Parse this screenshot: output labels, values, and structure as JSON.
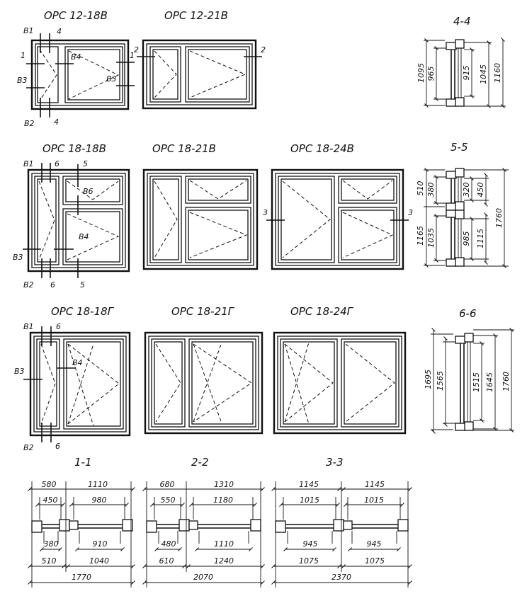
{
  "windows": {
    "w1": {
      "title": "ОРС 12-18В"
    },
    "w2": {
      "title": "ОРС 12-21В"
    },
    "w3": {
      "title": "ОРС 18-18В"
    },
    "w4": {
      "title": "ОРС 18-21В"
    },
    "w5": {
      "title": "ОРС 18-24В"
    },
    "w6": {
      "title": "ОРС 18-18Г"
    },
    "w7": {
      "title": "ОРС 18-21Г"
    },
    "w8": {
      "title": "ОРС 18-24Г"
    }
  },
  "markers": {
    "B1": "В1",
    "B2": "В2",
    "B3": "В3",
    "B4": "В4",
    "B6": "В6",
    "n1": "1",
    "n2": "2",
    "n3": "3",
    "n4": "4",
    "n5": "5",
    "n6": "6"
  },
  "sections": {
    "s44": {
      "title": "4-4",
      "dims": [
        "1095",
        "965",
        "915",
        "1045",
        "1160"
      ]
    },
    "s55": {
      "title": "5-5",
      "dims": [
        "510",
        "380",
        "320",
        "450",
        "1165",
        "1035",
        "985",
        "1115",
        "1760"
      ]
    },
    "s66": {
      "title": "6-6",
      "dims": [
        "1695",
        "1565",
        "1515",
        "1645",
        "1760"
      ]
    },
    "s11": {
      "title": "1-1",
      "dims": [
        "580",
        "1110",
        "450",
        "980",
        "380",
        "910",
        "510",
        "1040",
        "1770"
      ]
    },
    "s22": {
      "title": "2-2",
      "dims": [
        "680",
        "1310",
        "550",
        "1180",
        "480",
        "1110",
        "610",
        "1240",
        "2070"
      ]
    },
    "s33": {
      "title": "3-3",
      "dims": [
        "1145",
        "1145",
        "1015",
        "1015",
        "945",
        "945",
        "1075",
        "1075",
        "2370"
      ]
    }
  }
}
